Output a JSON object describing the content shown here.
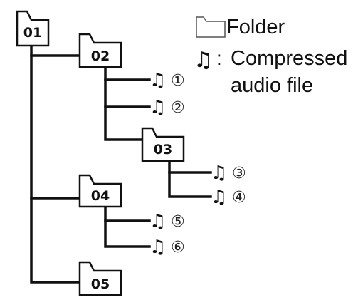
{
  "folders": [
    {
      "id": "01",
      "label": "01"
    },
    {
      "id": "02",
      "label": "02"
    },
    {
      "id": "03",
      "label": "03"
    },
    {
      "id": "04",
      "label": "04"
    },
    {
      "id": "05",
      "label": "05"
    }
  ],
  "files": [
    {
      "id": "f1",
      "label": "①",
      "icon": "music-note-icon"
    },
    {
      "id": "f2",
      "label": "②",
      "icon": "music-note-icon"
    },
    {
      "id": "f3",
      "label": "③",
      "icon": "music-note-icon"
    },
    {
      "id": "f4",
      "label": "④",
      "icon": "music-note-icon"
    },
    {
      "id": "f5",
      "label": "⑤",
      "icon": "music-note-icon"
    },
    {
      "id": "f6",
      "label": "⑥",
      "icon": "music-note-icon"
    }
  ],
  "legend": {
    "folder_label": "Folder",
    "audio_label_line1": "Compressed",
    "audio_label_line2": "audio file",
    "colon": ":"
  },
  "colors": {
    "line": "#111111",
    "folder_fill": "#ffffff"
  }
}
